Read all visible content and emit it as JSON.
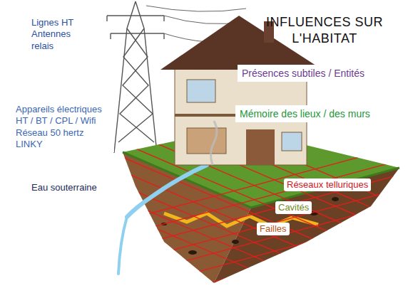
{
  "diagram": {
    "title": "INFLUENCES SUR L'HABITAT",
    "nodes": [
      {
        "text": [
          "Présences subtiles / Entités"
        ]
      },
      {
        "text": [
          "Appareils électriques HT / BT / CPL / Wifi Réseau 50 hertz LINKY"
        ]
      },
      {
        "text": [
          "Mémoire des lieux / des murs"
        ]
      }
    ],
    "labels": [
      "Lignes HT Antennes relais",
      "Eau souterraine",
      "Réseaux telluriques",
      "Cavités",
      "Failles"
    ]
  }
}
